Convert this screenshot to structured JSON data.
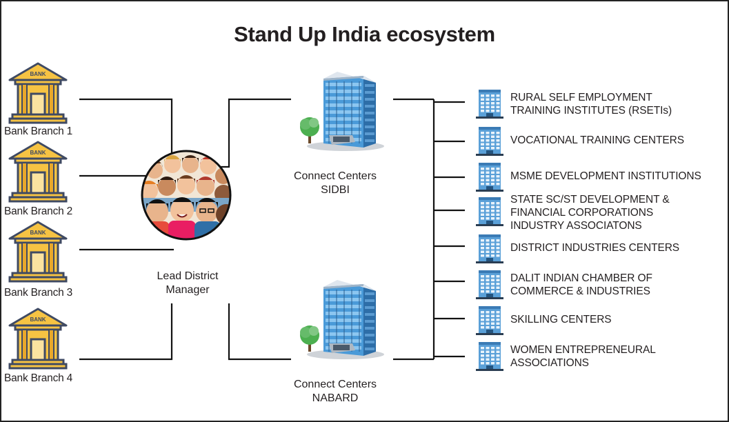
{
  "title": "Stand Up India ecosystem",
  "banks": [
    {
      "label": "Bank Branch 1",
      "sign": "BANK"
    },
    {
      "label": "Bank Branch 2",
      "sign": "BANK"
    },
    {
      "label": "Bank Branch 3",
      "sign": "BANK"
    },
    {
      "label": "Bank Branch 4",
      "sign": "BANK"
    }
  ],
  "lead_district_manager": {
    "line1": "Lead District",
    "line2": "Manager"
  },
  "connect_centers": [
    {
      "line1": "Connect Centers",
      "line2": "SIDBI"
    },
    {
      "line1": "Connect Centers",
      "line2": "NABARD"
    }
  ],
  "institutions": [
    {
      "lines": [
        "RURAL SELF EMPLOYMENT",
        "TRAINING INSTITUTES (RSETIs)"
      ]
    },
    {
      "lines": [
        "VOCATIONAL TRAINING CENTERS"
      ]
    },
    {
      "lines": [
        "MSME DEVELOPMENT INSTITUTIONS"
      ]
    },
    {
      "lines": [
        "STATE SC/ST DEVELOPMENT &",
        "FINANCIAL CORPORATIONS",
        "INDUSTRY ASSOCIATONS"
      ]
    },
    {
      "lines": [
        "DISTRICT INDUSTRIES CENTERS"
      ]
    },
    {
      "lines": [
        "DALIT INDIAN CHAMBER OF",
        "COMMERCE & INDUSTRIES"
      ]
    },
    {
      "lines": [
        "SKILLING CENTERS"
      ]
    },
    {
      "lines": [
        "WOMEN ENTREPRENEURAL",
        "ASSOCIATIONS"
      ]
    }
  ],
  "colors": {
    "bank_fill": "#f6c343",
    "bank_dark": "#3f4a63",
    "tower_glass": "#4a9ad8",
    "building_icon": "#5aa0d8",
    "connector": "#111111"
  }
}
